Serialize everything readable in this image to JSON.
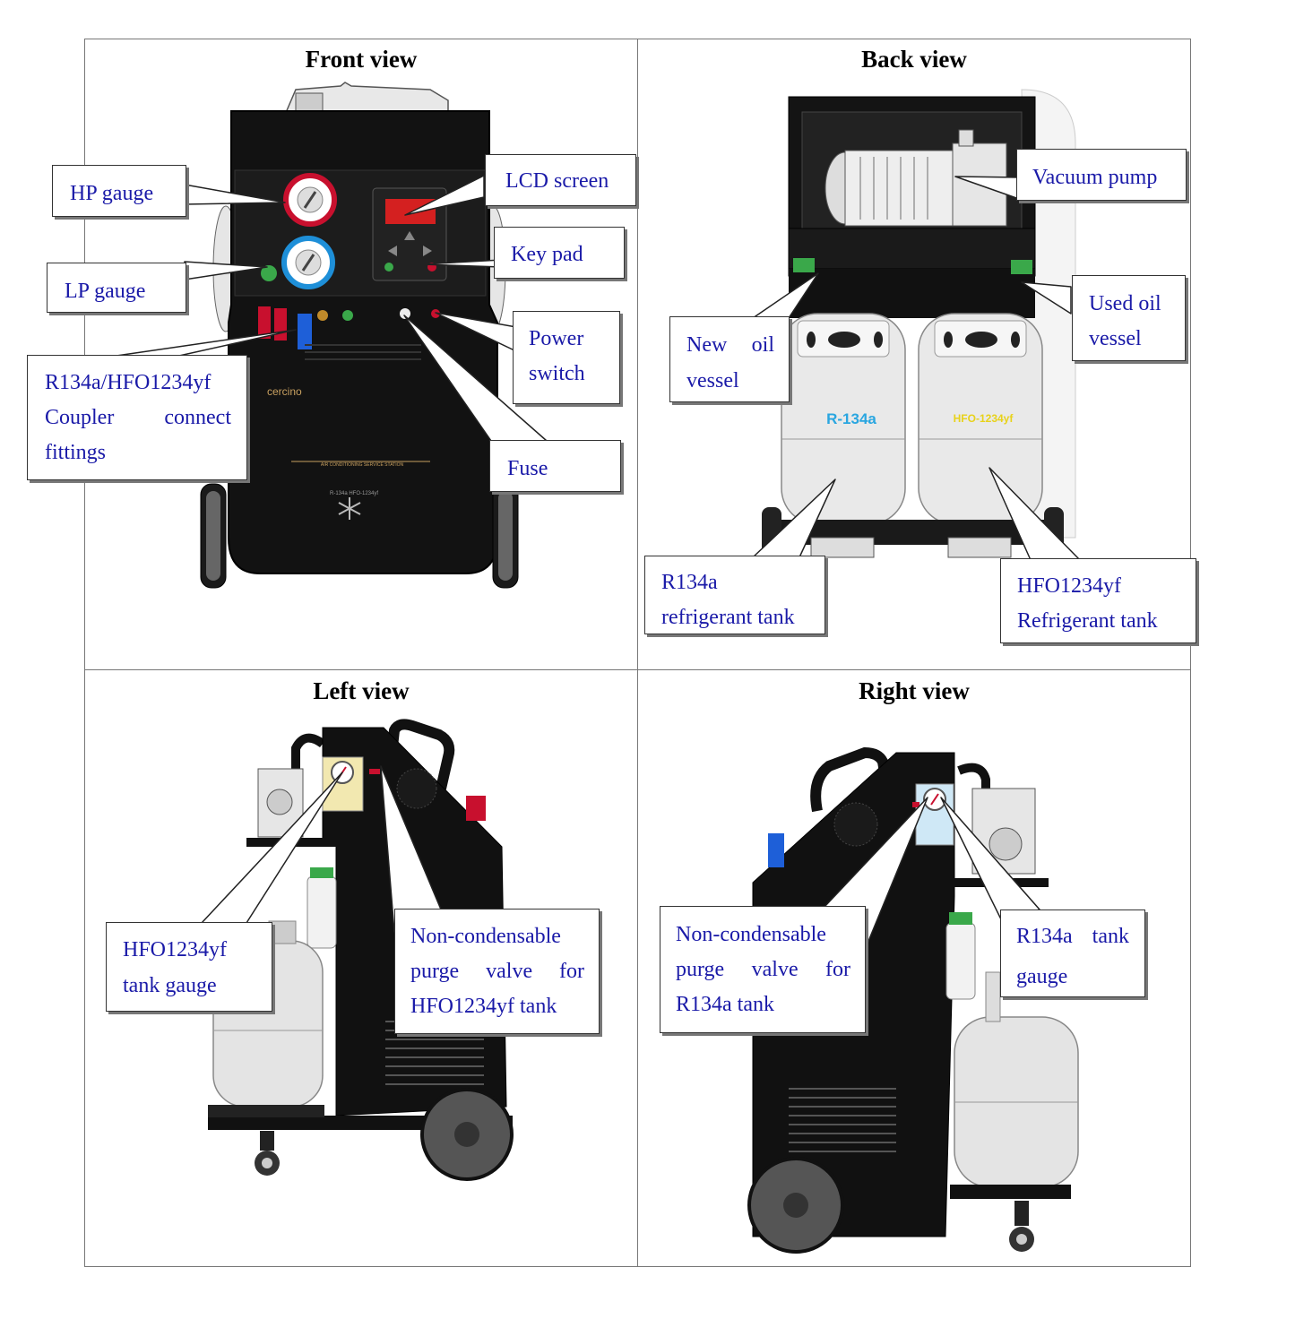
{
  "views": {
    "front": {
      "title": "Front view",
      "callouts": {
        "hp_gauge": "HP gauge",
        "lp_gauge": "LP gauge",
        "coupler": [
          "R134a/HFO1234yf",
          "Coupler connect",
          "fittings"
        ],
        "lcd_screen": "LCD screen",
        "key_pad": "Key pad",
        "power_switch": [
          "Power",
          "switch"
        ],
        "fuse": "Fuse"
      },
      "machine_brand": "cercino",
      "machine_panel_text": "AIR CONDITIONING SERVICE STATION",
      "machine_model_text": "R-134a  HFO-1234yf"
    },
    "back": {
      "title": "Back view",
      "callouts": {
        "vacuum_pump": "Vacuum pump",
        "new_oil": [
          "New oil",
          "vessel"
        ],
        "used_oil": [
          "Used oil",
          "vessel"
        ],
        "r134a_tank": [
          "R134a",
          "refrigerant tank"
        ],
        "hfo_tank": [
          "HFO1234yf",
          "Refrigerant tank"
        ]
      },
      "tank_label_left": "R-134a",
      "tank_label_right": "HFO-1234yf"
    },
    "left": {
      "title": "Left view",
      "callouts": {
        "hfo_gauge": [
          "HFO1234yf",
          "tank gauge"
        ],
        "purge_hfo": [
          "Non-condensable",
          "purge valve for",
          "HFO1234yf tank"
        ]
      }
    },
    "right": {
      "title": "Right view",
      "callouts": {
        "purge_r134a": [
          "Non-condensable",
          "purge valve for",
          "R134a tank"
        ],
        "r134a_gauge": [
          "R134a tank",
          "gauge"
        ]
      }
    }
  },
  "colors": {
    "callout_text": "#1a1aa8",
    "machine_body": "#111111",
    "gauge_red": "#c8102e",
    "gauge_blue": "#1e8fd8",
    "tank_label_blue": "#2aa6e0",
    "tank_label_yellow": "#e8d21a"
  }
}
